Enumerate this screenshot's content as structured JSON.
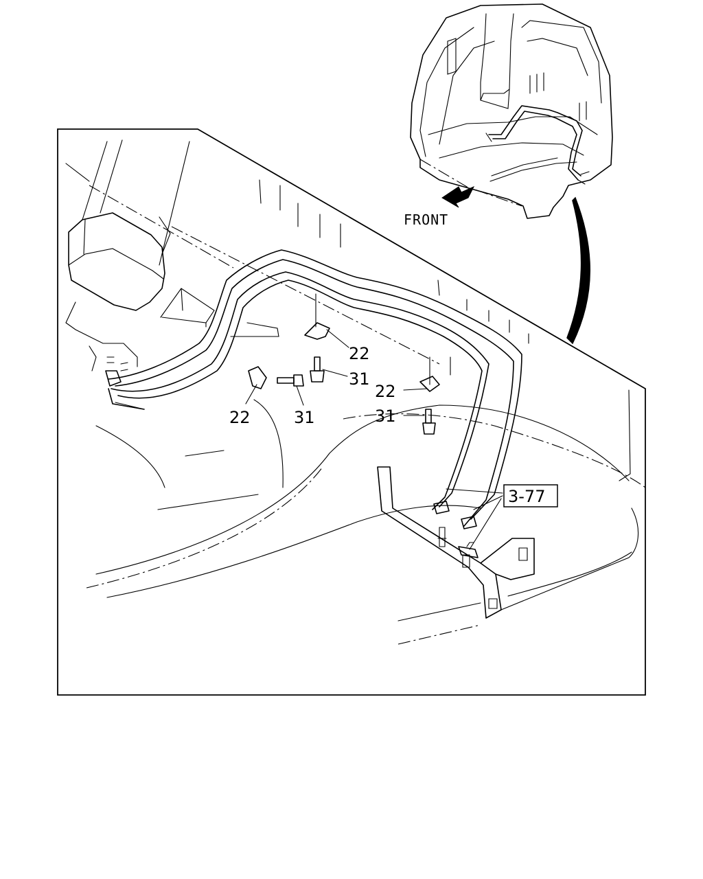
{
  "direction_label": "FRONT",
  "callouts": [
    {
      "id": "clip-upper",
      "text": "22"
    },
    {
      "id": "bolt-upper",
      "text": "31"
    },
    {
      "id": "clip-left",
      "text": "22"
    },
    {
      "id": "bolt-left",
      "text": "31"
    },
    {
      "id": "clip-right",
      "text": "22"
    },
    {
      "id": "bolt-right",
      "text": "31"
    }
  ],
  "reference": "3-77"
}
